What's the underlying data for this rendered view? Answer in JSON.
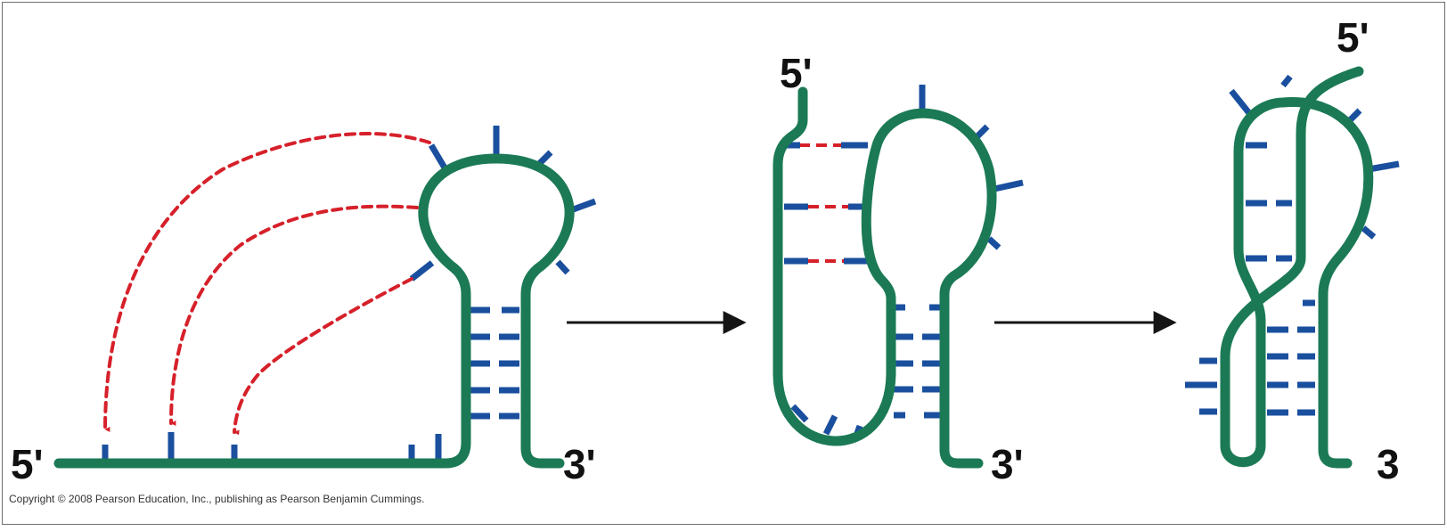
{
  "colors": {
    "strand": "#1b7a55",
    "base": "#1a4f9e",
    "pairing": "#d6202a",
    "arrow": "#151515"
  },
  "labels": {
    "panel1_five_prime": "5'",
    "panel1_three_prime": "3'",
    "panel2_five_prime": "5'",
    "panel2_three_prime": "3'",
    "panel3_five_prime": "5'",
    "panel3_three_prime": "3"
  },
  "copyright": "Copyright © 2008 Pearson Education, Inc., publishing as Pearson Benjamin Cummings."
}
